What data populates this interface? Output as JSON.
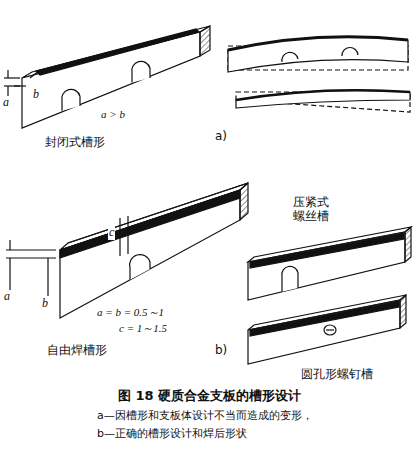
{
  "diagram": {
    "caption": "图 18 硬质合金支板的槽形设计",
    "labels": [
      "a",
      "b",
      "a > b",
      "封闭式槽形",
      "a)",
      "c",
      "a",
      "b",
      "a = b = 0.5～1",
      "c = 1～1.5",
      "自由焊槽形",
      "b)",
      "压紧式 螺丝槽",
      "圆孔形螺钉槽",
      "a—因槽形和支板体设计不当而造成的变形，",
      "b—正确的槽形设计和焊后形状"
    ]
  }
}
